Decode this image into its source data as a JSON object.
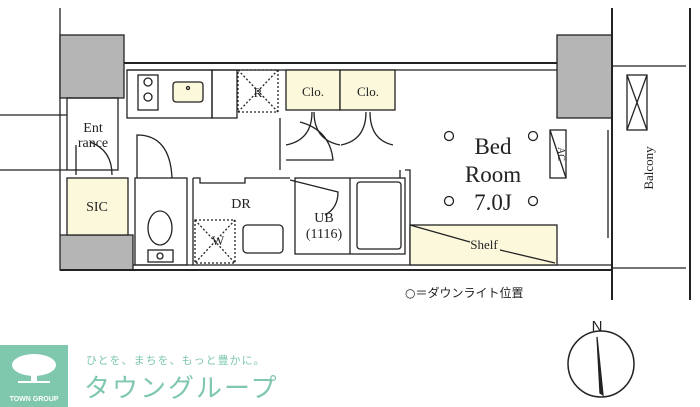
{
  "floorplan": {
    "rooms": {
      "entrance_line1": "Ent",
      "entrance_line2": "rance",
      "sic": "SIC",
      "refrigerator": "R",
      "closet1": "Clo.",
      "closet2": "Clo.",
      "dressing_room": "DR",
      "washer": "W",
      "unit_bath": "UB",
      "unit_bath_size": "(1116)",
      "bedroom_line1": "Bed",
      "bedroom_line2": "Room",
      "bedroom_size": "7.0J",
      "air_conditioner": "AC",
      "shelf": "Shelf",
      "balcony": "Balcony"
    },
    "legend": "○＝ダウンライト位置",
    "compass": "N"
  },
  "branding": {
    "logo_text": "TOWN GROUP",
    "slogan": "ひとを、まちを、もっと豊かに。",
    "brand_name": "タウングループ"
  },
  "colors": {
    "wall": "#b5b5b5",
    "fixture": "#fbf8dc",
    "brand": "#7fc8ad"
  }
}
